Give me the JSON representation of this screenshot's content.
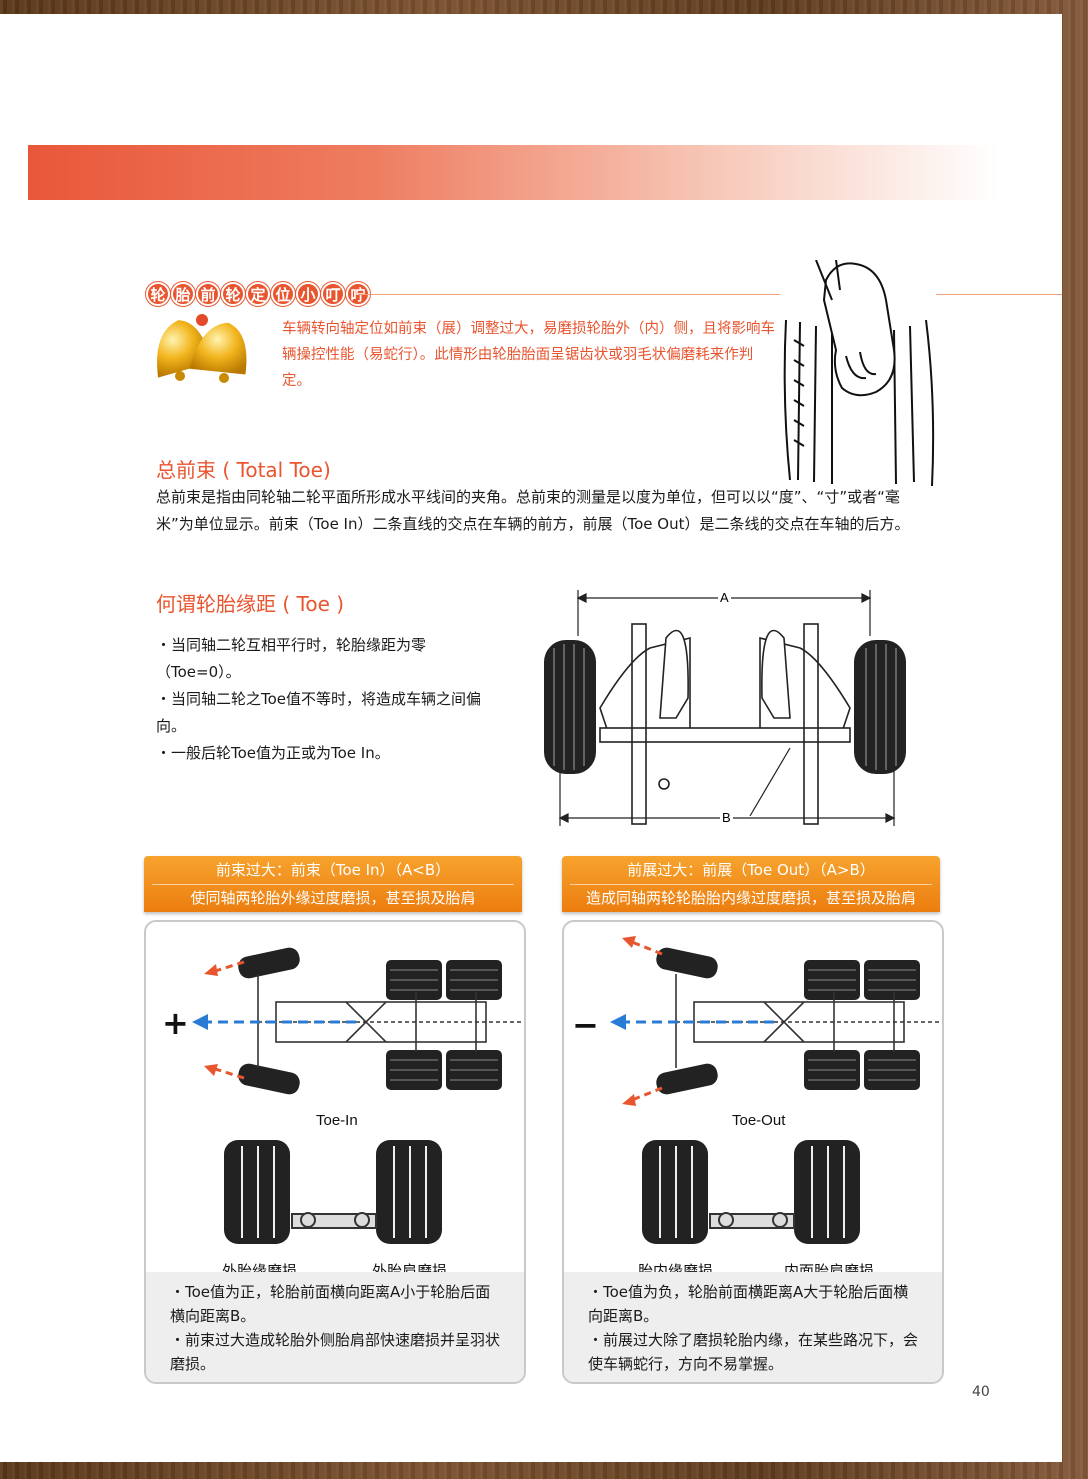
{
  "tip": {
    "title_chars": [
      "轮",
      "胎",
      "前",
      "轮",
      "定",
      "位",
      "小",
      "叮",
      "咛"
    ],
    "text": "车辆转向轴定位如前束（展）调整过大，易磨损轮胎外（内）侧，且将影响车辆操控性能（易蛇行）。此情形由轮胎胎面呈锯齿状或羽毛状偏磨耗来作判定。"
  },
  "total_toe": {
    "heading": "总前束 ( Total Toe)",
    "text": "总前束是指由同轮轴二轮平面所形成水平线间的夹角。总前束的测量是以度为单位，但可以以“度”、“寸”或者“毫米”为单位显示。前束（Toe In）二条直线的交点在车辆的前方，前展（Toe Out）是二条线的交点在车轴的后方。"
  },
  "toe": {
    "heading": "何谓轮胎缘距 ( Toe )",
    "bullets": [
      "・当同轴二轮互相平行时，轮胎缘距为零（Toe=0）。",
      "・当同轴二轮之Toe值不等时，将造成车辆之间偏向。",
      "・一般后轮Toe值为正或为Toe In。"
    ],
    "diagram_labels": {
      "a": "A",
      "b": "B"
    }
  },
  "panels": [
    {
      "head1": "前束过大：前束（Toe In）（A<B）",
      "head2": "使同轴两轮胎外缘过度磨损，甚至损及胎肩",
      "sign": "+",
      "caption": "Toe-In",
      "wear_left": "外胎缘磨损",
      "wear_right": "外胎肩磨损",
      "notes": [
        "・Toe值为正，轮胎前面横向距离A小于轮胎后面横向距离B。",
        "・前束过大造成轮胎外侧胎肩部快速磨损并呈羽状磨损。"
      ]
    },
    {
      "head1": "前展过大：前展（Toe Out）（A>B）",
      "head2": "造成同轴两轮轮胎胎内缘过度磨损，甚至损及胎肩",
      "sign": "−",
      "caption": "Toe-Out",
      "wear_left": "胎内缘磨损",
      "wear_right": "内面胎肩磨损",
      "notes": [
        "・Toe值为负，轮胎前面横距离A大于轮胎后面横向距离B。",
        "・前展过大除了磨损轮胎内缘，在某些路况下，会使车辆蛇行，方向不易掌握。"
      ]
    }
  ],
  "page_number": "40",
  "colors": {
    "accent": "#e8552f",
    "orange_head": "#ec7d0f",
    "arrow_blue": "#2a7bd6",
    "arrow_red": "#e8552f"
  }
}
